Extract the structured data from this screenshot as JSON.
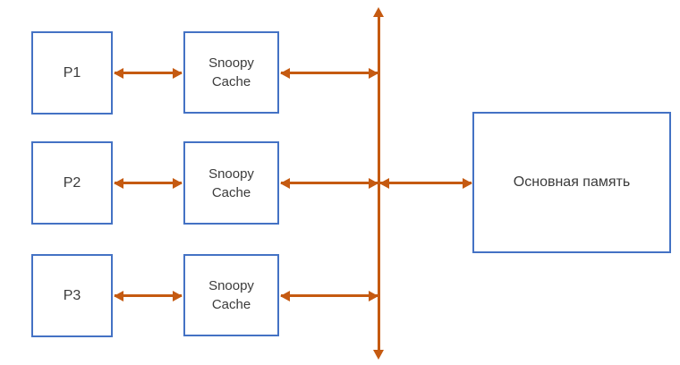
{
  "colors": {
    "box_border": "#4472C4",
    "arrow": "#C55A11",
    "text": "#3B3B3B",
    "background": "#FFFFFF"
  },
  "nodes": {
    "processors": [
      {
        "id": "p1",
        "label": "P1"
      },
      {
        "id": "p2",
        "label": "P2"
      },
      {
        "id": "p3",
        "label": "P3"
      }
    ],
    "caches": [
      {
        "id": "cache1",
        "label": "Snoopy Cache"
      },
      {
        "id": "cache2",
        "label": "Snoopy Cache"
      },
      {
        "id": "cache3",
        "label": "Snoopy Cache"
      }
    ],
    "memory": {
      "id": "memory",
      "label": "Основная память"
    }
  },
  "bus": {
    "id": "bus",
    "orientation": "vertical",
    "ends": "double-arrowheads"
  },
  "connections": [
    {
      "from": "p1",
      "to": "cache1",
      "type": "bidirectional-arrow"
    },
    {
      "from": "p2",
      "to": "cache2",
      "type": "bidirectional-arrow"
    },
    {
      "from": "p3",
      "to": "cache3",
      "type": "bidirectional-arrow"
    },
    {
      "from": "cache1",
      "to": "bus",
      "type": "bidirectional-arrow"
    },
    {
      "from": "cache2",
      "to": "bus",
      "type": "bidirectional-arrow"
    },
    {
      "from": "cache3",
      "to": "bus",
      "type": "bidirectional-arrow"
    },
    {
      "from": "bus",
      "to": "memory",
      "type": "bidirectional-arrow"
    }
  ]
}
